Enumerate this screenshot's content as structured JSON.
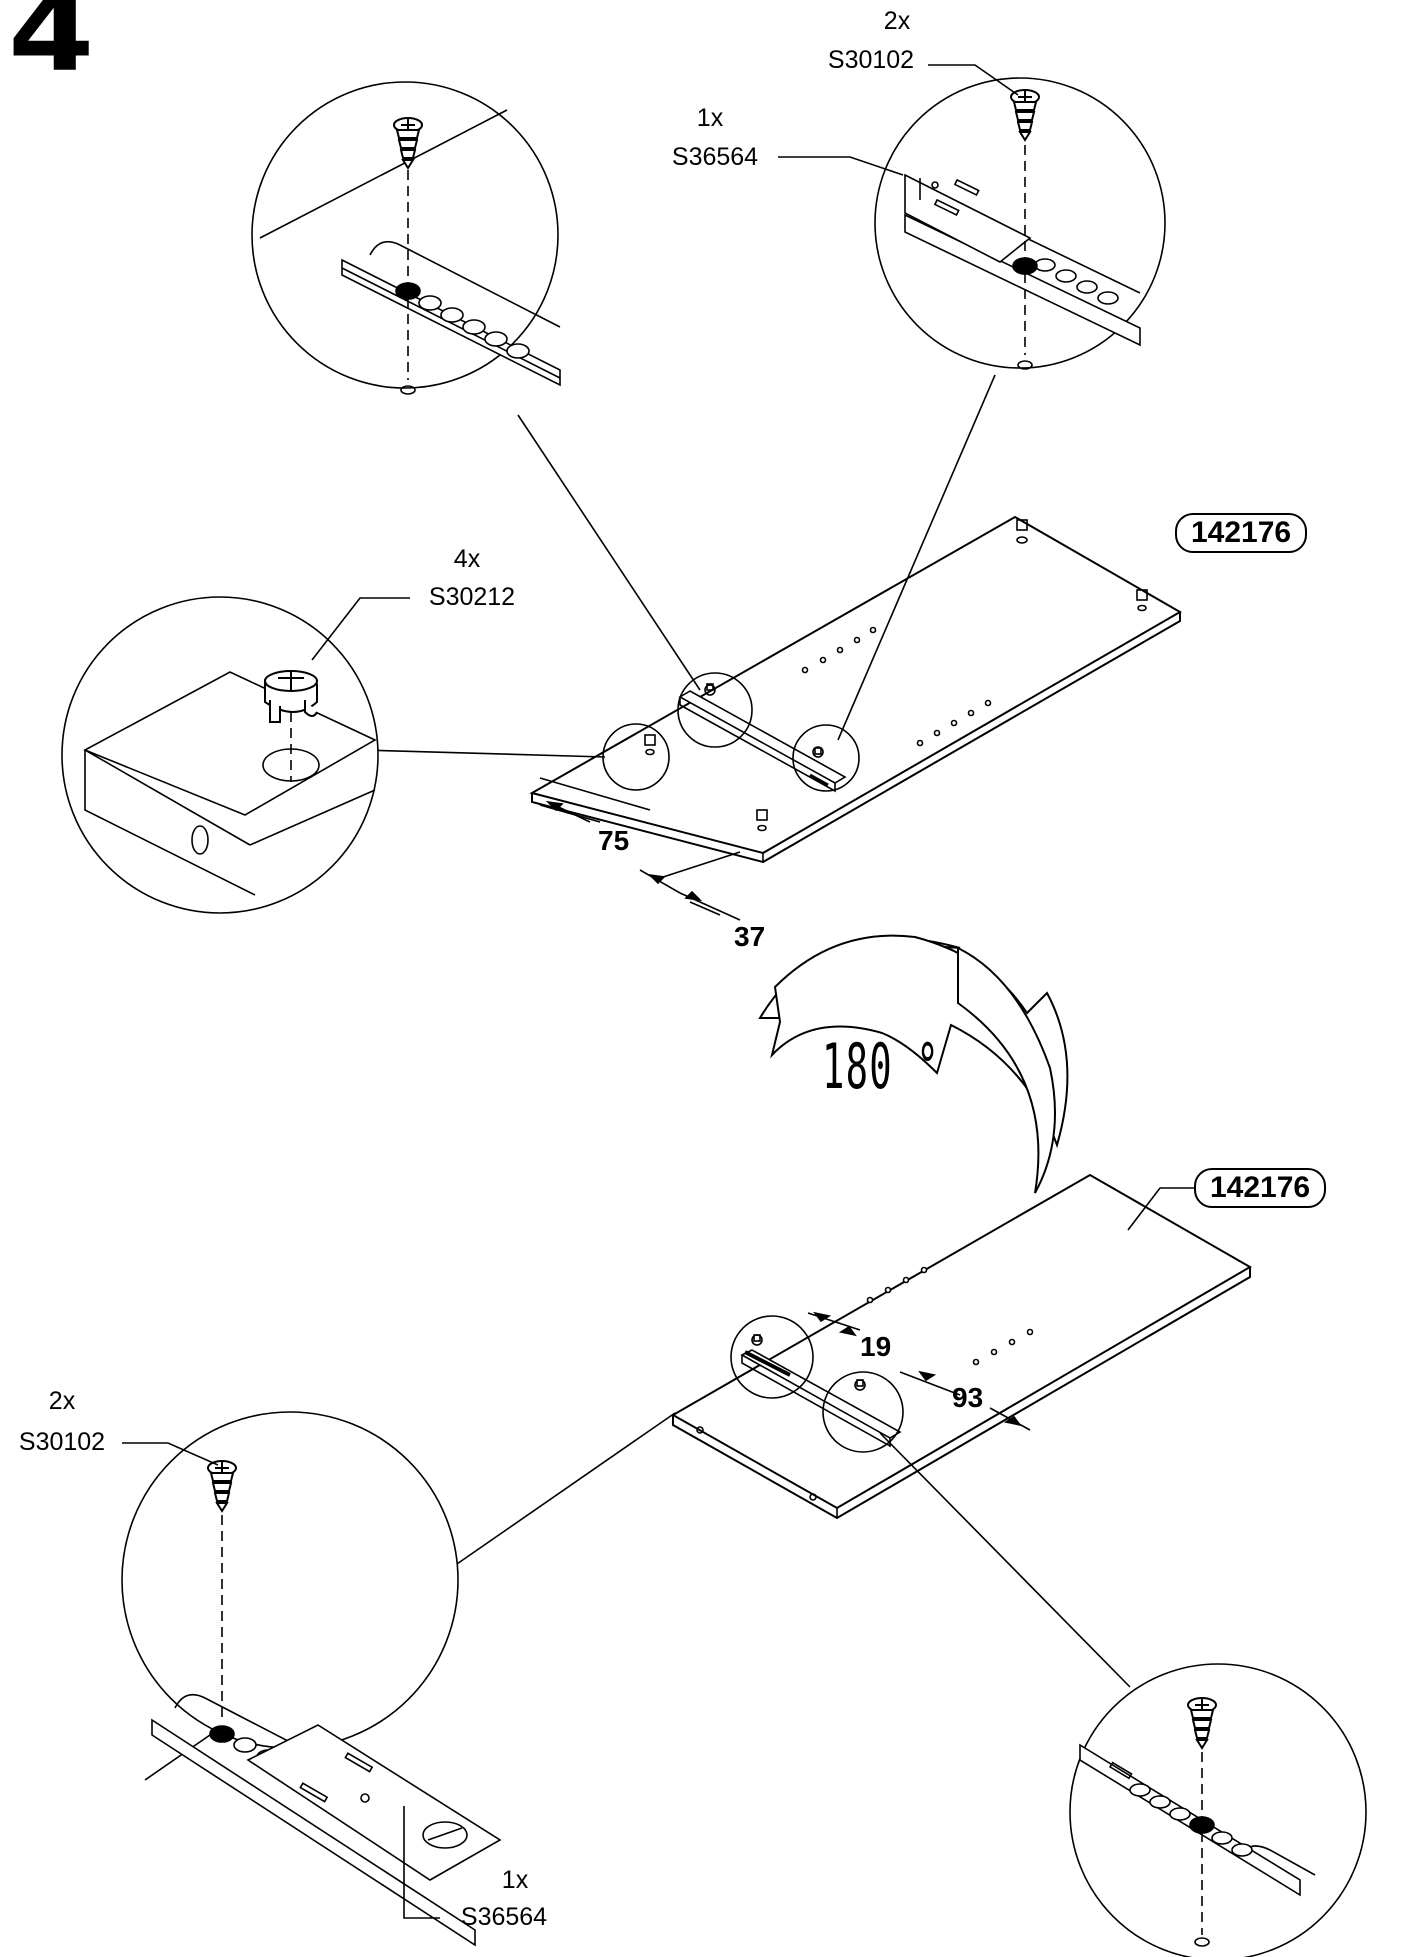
{
  "step_number": "4",
  "rotation_label": "180 °",
  "part_numbers": {
    "top_panel": "142176",
    "bottom_panel": "142176"
  },
  "callouts": {
    "top_right_screw_qty": "2x",
    "top_right_screw_code": "S30102",
    "top_rail_qty": "1x",
    "top_rail_code": "S36564",
    "cam_qty": "4x",
    "cam_code": "S30212",
    "bottom_left_screw_qty": "2x",
    "bottom_left_screw_code": "S30102",
    "bottom_rail_qty": "1x",
    "bottom_rail_code": "S36564"
  },
  "dimensions": {
    "d75": "75",
    "d37": "37",
    "d19": "19",
    "d93": "93"
  }
}
